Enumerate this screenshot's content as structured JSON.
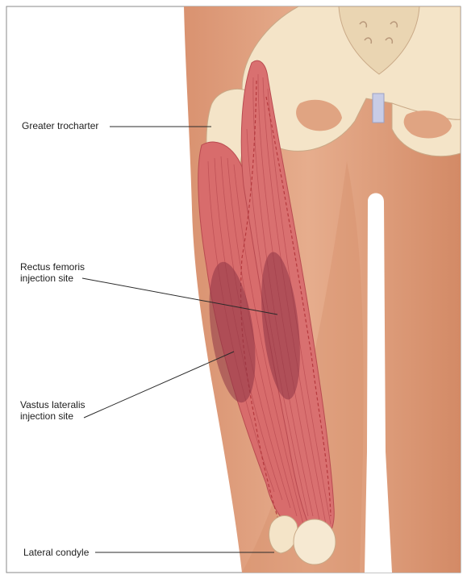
{
  "labels": {
    "greater_trochanter": "Greater trocharter",
    "rectus_femoris_line1": "Rectus femoris",
    "rectus_femoris_line2": "injection site",
    "vastus_lateralis_line1": "Vastus lateralis",
    "vastus_lateralis_line2": "injection site",
    "lateral_condyle": "Lateral condyle"
  },
  "colors": {
    "skin": "#e0a482",
    "skin_shadow": "#d48d66",
    "bone": "#f4e4c8",
    "muscle": "#d86c6c",
    "muscle_fiber": "#b94a50",
    "injection_site": "#8e3545",
    "disc": "#c8cce6"
  }
}
